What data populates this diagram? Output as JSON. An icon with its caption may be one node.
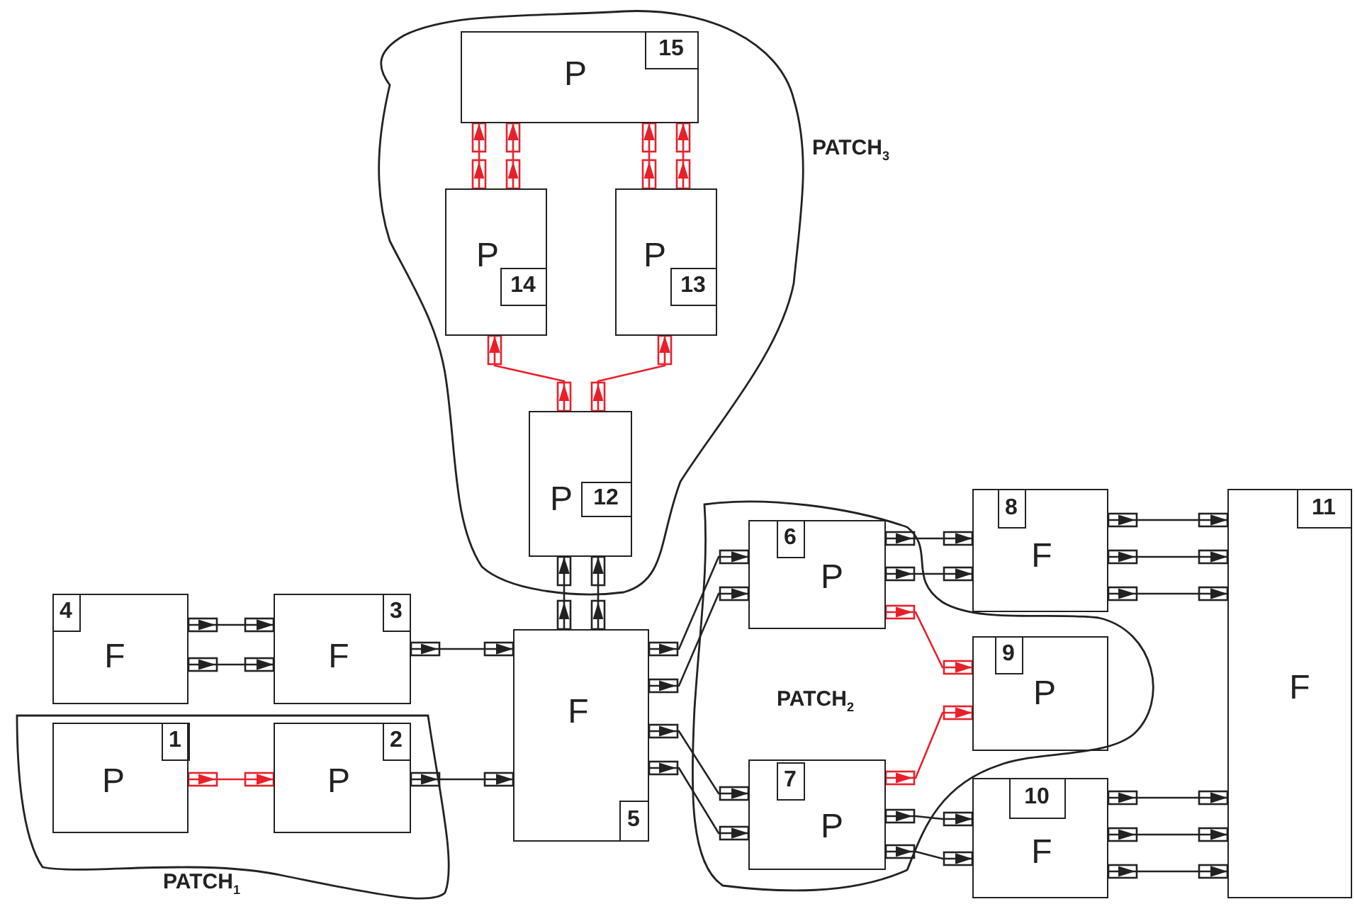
{
  "diagram": {
    "nodes": [
      {
        "text": [
          "PATCH$_{3}$"
        ]
      },
      {
        "text": [
          "P",
          "15"
        ],
        "in": 0
      },
      {
        "text": [
          "P",
          "14"
        ],
        "in": 0
      },
      {
        "text": [
          "P",
          "13"
        ],
        "in": 0
      },
      {
        "text": [
          "P",
          "12"
        ],
        "in": 0
      },
      {
        "text": [
          "PATCH$_{2}$"
        ]
      },
      {
        "text": [
          "P",
          "6"
        ],
        "in": 5
      },
      {
        "text": [
          "P",
          "7"
        ],
        "in": 5
      },
      {
        "text": [
          "P",
          "9"
        ],
        "in": 5
      },
      {
        "text": [
          "F",
          "8"
        ]
      },
      {
        "text": [
          "F",
          "11"
        ]
      },
      {
        "text": [
          "F",
          "4"
        ]
      },
      {
        "text": [
          "F",
          "3"
        ]
      },
      {
        "text": [
          "F",
          "5"
        ]
      },
      {
        "text": [
          "PATCH$_{1}$"
        ]
      },
      {
        "text": [
          "P",
          "1"
        ],
        "in": 14
      },
      {
        "text": [
          "P",
          "2"
        ],
        "in": 14
      },
      {
        "text": [
          "10",
          "F"
        ]
      }
    ],
    "edges": [
      {
        "from": 11,
        "to": 12,
        "arrow": "to"
      },
      {
        "from": 11,
        "to": 12,
        "arrow": "to"
      },
      {
        "from": 15,
        "to": 16,
        "arrow": "to",
        "color": "#e8202a"
      },
      {
        "from": 12,
        "to": 13,
        "arrow": "to"
      },
      {
        "from": 16,
        "to": 13,
        "arrow": "to"
      },
      {
        "from": 13,
        "to": 4,
        "arrow": "to"
      },
      {
        "from": 13,
        "to": 4,
        "arrow": "to"
      },
      {
        "from": 4,
        "to": 2,
        "arrow": "to",
        "color": "#e8202a"
      },
      {
        "from": 4,
        "to": 3,
        "arrow": "to",
        "color": "#e8202a"
      },
      {
        "from": 2,
        "to": 1,
        "arrow": "to",
        "color": "#e8202a"
      },
      {
        "from": 2,
        "to": 1,
        "arrow": "to",
        "color": "#e8202a"
      },
      {
        "from": 3,
        "to": 1,
        "arrow": "to",
        "color": "#e8202a"
      },
      {
        "from": 3,
        "to": 1,
        "arrow": "to",
        "color": "#e8202a"
      },
      {
        "from": 13,
        "to": 6,
        "arrow": "to"
      },
      {
        "from": 13,
        "to": 6,
        "arrow": "to"
      },
      {
        "from": 13,
        "to": 7,
        "arrow": "to"
      },
      {
        "from": 13,
        "to": 7,
        "arrow": "to"
      },
      {
        "from": 6,
        "to": 9,
        "arrow": "to"
      },
      {
        "from": 6,
        "to": 9,
        "arrow": "to"
      },
      {
        "from": 6,
        "to": 8,
        "arrow": "to",
        "color": "#e8202a"
      },
      {
        "from": 7,
        "to": 8,
        "arrow": "to",
        "color": "#e8202a"
      },
      {
        "from": 7,
        "to": 17,
        "arrow": "to"
      },
      {
        "from": 7,
        "to": 17,
        "arrow": "to"
      },
      {
        "from": 9,
        "to": 10,
        "arrow": "to"
      },
      {
        "from": 9,
        "to": 10,
        "arrow": "to"
      },
      {
        "from": 9,
        "to": 10,
        "arrow": "to"
      },
      {
        "from": 17,
        "to": 10,
        "arrow": "to"
      },
      {
        "from": 17,
        "to": 10,
        "arrow": "to"
      },
      {
        "from": 17,
        "to": 10,
        "arrow": "to"
      }
    ]
  }
}
